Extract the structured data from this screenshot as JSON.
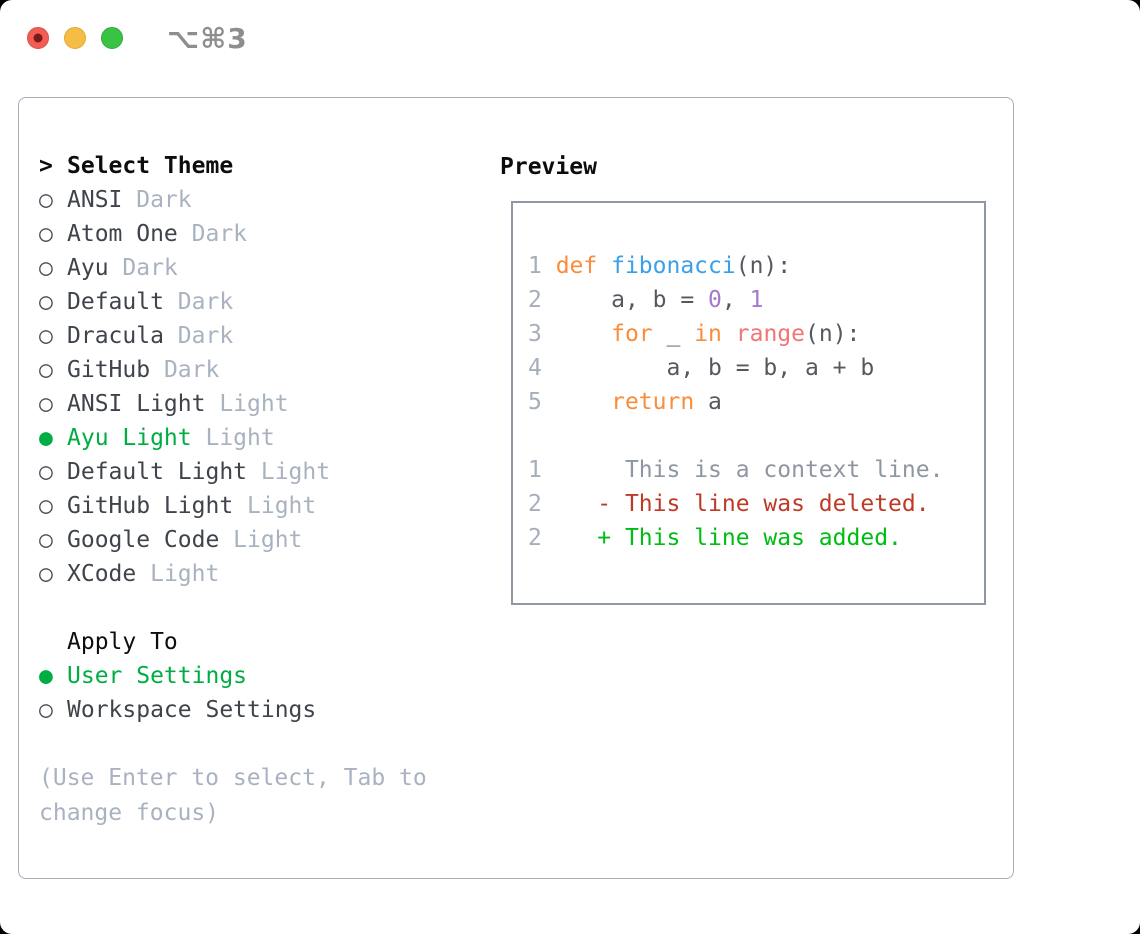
{
  "titlebar": {
    "shortcut": "⌥⌘3"
  },
  "colors": {
    "traffic_red": "#f15e55",
    "traffic_red_dot": "#7c1b16",
    "traffic_yellow": "#f5bd45",
    "traffic_green": "#3ac244",
    "shortcut_text": "#8e8e8e",
    "panel_border": "#a6aeb9",
    "preview_border": "#8e97a3",
    "title_text": "#0d0d0d",
    "item_text": "#3f444c",
    "tag_text": "#a9b2c0",
    "radio_ring": "#4a4f56",
    "selection_green": "#00ad43",
    "help_text": "#a9b2c0",
    "lineno": "#a6aebc",
    "keyword": "#f98d3c",
    "function": "#3aa0e8",
    "call": "#f27575",
    "number": "#a37acc",
    "code_text": "#55595f",
    "context": "#8e96a1",
    "deleted": "#bf3a26",
    "added": "#00bd13"
  },
  "radio": {
    "selected_glyph": "●",
    "unselected_glyph": "○"
  },
  "theme_picker": {
    "title_marker": ">",
    "title": "Select Theme",
    "items": [
      {
        "label": "ANSI",
        "tag": "Dark",
        "selected": false
      },
      {
        "label": "Atom One",
        "tag": "Dark",
        "selected": false
      },
      {
        "label": "Ayu",
        "tag": "Dark",
        "selected": false
      },
      {
        "label": "Default",
        "tag": "Dark",
        "selected": false
      },
      {
        "label": "Dracula",
        "tag": "Dark",
        "selected": false
      },
      {
        "label": "GitHub",
        "tag": "Dark",
        "selected": false
      },
      {
        "label": "ANSI Light",
        "tag": "Light",
        "selected": false
      },
      {
        "label": "Ayu Light",
        "tag": "Light",
        "selected": true
      },
      {
        "label": "Default Light",
        "tag": "Light",
        "selected": false
      },
      {
        "label": "GitHub Light",
        "tag": "Light",
        "selected": false
      },
      {
        "label": "Google Code",
        "tag": "Light",
        "selected": false
      },
      {
        "label": "XCode",
        "tag": "Light",
        "selected": false
      }
    ]
  },
  "apply_to": {
    "title": "Apply To",
    "options": [
      {
        "label": "User Settings",
        "selected": true
      },
      {
        "label": "Workspace Settings",
        "selected": false
      }
    ]
  },
  "help_text": "(Use Enter to select, Tab to\nchange focus)",
  "preview": {
    "title": "Preview",
    "code_lines": [
      [
        [
          "1 ",
          "lineno"
        ],
        [
          "def ",
          "keyword"
        ],
        [
          "fibonacci",
          "function"
        ],
        [
          "(n):",
          "code_text"
        ]
      ],
      [
        [
          "2 ",
          "lineno"
        ],
        [
          "    a, b = ",
          "code_text"
        ],
        [
          "0",
          "number"
        ],
        [
          ", ",
          "code_text"
        ],
        [
          "1",
          "number"
        ]
      ],
      [
        [
          "3 ",
          "lineno"
        ],
        [
          "    ",
          "code_text"
        ],
        [
          "for",
          "keyword"
        ],
        [
          " _ ",
          "code_text"
        ],
        [
          "in",
          "keyword"
        ],
        [
          " ",
          "code_text"
        ],
        [
          "range",
          "call"
        ],
        [
          "(n):",
          "code_text"
        ]
      ],
      [
        [
          "4 ",
          "lineno"
        ],
        [
          "        a, b = b, a + b",
          "code_text"
        ]
      ],
      [
        [
          "5 ",
          "lineno"
        ],
        [
          "    ",
          "code_text"
        ],
        [
          "return",
          "keyword"
        ],
        [
          " a",
          "code_text"
        ]
      ],
      [],
      [
        [
          "1",
          "lineno"
        ],
        [
          "      This is a context line.",
          "context"
        ]
      ],
      [
        [
          "2",
          "lineno"
        ],
        [
          "    - This line was deleted.",
          "deleted"
        ]
      ],
      [
        [
          "2",
          "lineno"
        ],
        [
          "    + This line was added.",
          "added"
        ]
      ]
    ]
  }
}
